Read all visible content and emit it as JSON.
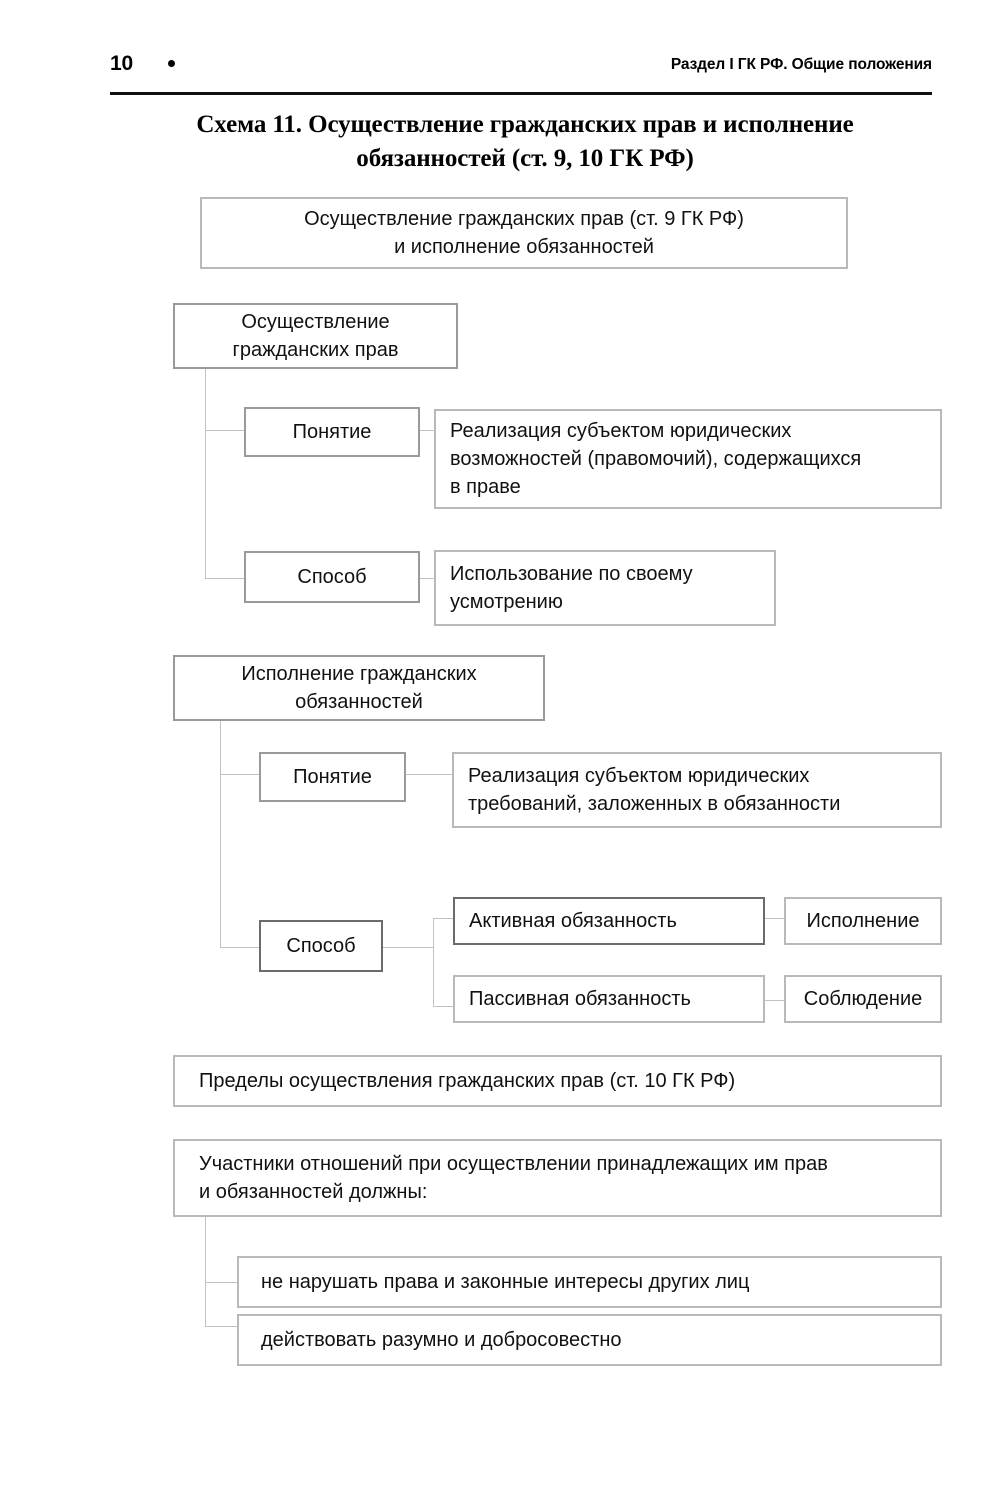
{
  "page": {
    "folio": "10",
    "bullet_icon": "dot-icon",
    "running_title": "Раздел I ГК РФ. Общие положения"
  },
  "schema": {
    "title_line1": "Схема 11. Осуществление гражданских прав и исполнение",
    "title_line2": "обязанностей (ст. 9, 10 ГК РФ)"
  },
  "chart_data": {
    "type": "diagram",
    "title": "Схема 11. Осуществление гражданских прав и исполнение обязанностей (ст. 9, 10 ГК РФ)",
    "nodes": [
      {
        "id": "root",
        "label_line1": "Осуществление гражданских прав (ст. 9 ГК РФ)",
        "label_line2": "и исполнение обязанностей"
      },
      {
        "id": "rights",
        "label_line1": "Осуществление",
        "label_line2": "гражданских  прав"
      },
      {
        "id": "rights-ponyatie",
        "label": "Понятие"
      },
      {
        "id": "rights-ponyatie-text",
        "label_line1": "Реализация субъектом юридических",
        "label_line2": "возможностей (правомочий), содержащихся",
        "label_line3": "в праве"
      },
      {
        "id": "rights-sposob",
        "label": "Способ"
      },
      {
        "id": "rights-sposob-text",
        "label_line1": "Использование по своему",
        "label_line2": "усмотрению"
      },
      {
        "id": "duties",
        "label_line1": "Исполнение   гражданских",
        "label_line2": "обязанностей"
      },
      {
        "id": "duties-ponyatie",
        "label": "Понятие"
      },
      {
        "id": "duties-ponyatie-text",
        "label_line1": "Реализация субъектом юридических",
        "label_line2": "требований, заложенных в обязанности"
      },
      {
        "id": "duties-sposob",
        "label": "Способ"
      },
      {
        "id": "duty-active",
        "label": "Активная обязанность"
      },
      {
        "id": "duty-active-result",
        "label": "Исполнение"
      },
      {
        "id": "duty-passive",
        "label": "Пассивная обязанность"
      },
      {
        "id": "duty-passive-result",
        "label": "Соблюдение"
      },
      {
        "id": "limits",
        "label": "Пределы осуществления гражданских прав  (ст. 10 ГК РФ)"
      },
      {
        "id": "participants",
        "label_line1": "Участники отношений при осуществлении принадлежащих им прав",
        "label_line2": "и обязанностей должны:"
      },
      {
        "id": "rule-1",
        "label": "не нарушать права и законные интересы других лиц"
      },
      {
        "id": "rule-2",
        "label": "действовать разумно и добросовестно"
      }
    ],
    "edges": [
      {
        "from": "rights",
        "to": "rights-ponyatie"
      },
      {
        "from": "rights",
        "to": "rights-sposob"
      },
      {
        "from": "rights-ponyatie",
        "to": "rights-ponyatie-text"
      },
      {
        "from": "rights-sposob",
        "to": "rights-sposob-text"
      },
      {
        "from": "duties",
        "to": "duties-ponyatie"
      },
      {
        "from": "duties",
        "to": "duties-sposob"
      },
      {
        "from": "duties-ponyatie",
        "to": "duties-ponyatie-text"
      },
      {
        "from": "duties-sposob",
        "to": "duty-active"
      },
      {
        "from": "duties-sposob",
        "to": "duty-passive"
      },
      {
        "from": "duty-active",
        "to": "duty-active-result"
      },
      {
        "from": "duty-passive",
        "to": "duty-passive-result"
      },
      {
        "from": "participants",
        "to": "rule-1"
      },
      {
        "from": "participants",
        "to": "rule-2"
      }
    ],
    "colors": {
      "box_border": "#9a9a9a",
      "box_border_light": "#b9b9b9",
      "connector": "#c2c2c2",
      "text": "#111111",
      "background": "#ffffff"
    }
  }
}
